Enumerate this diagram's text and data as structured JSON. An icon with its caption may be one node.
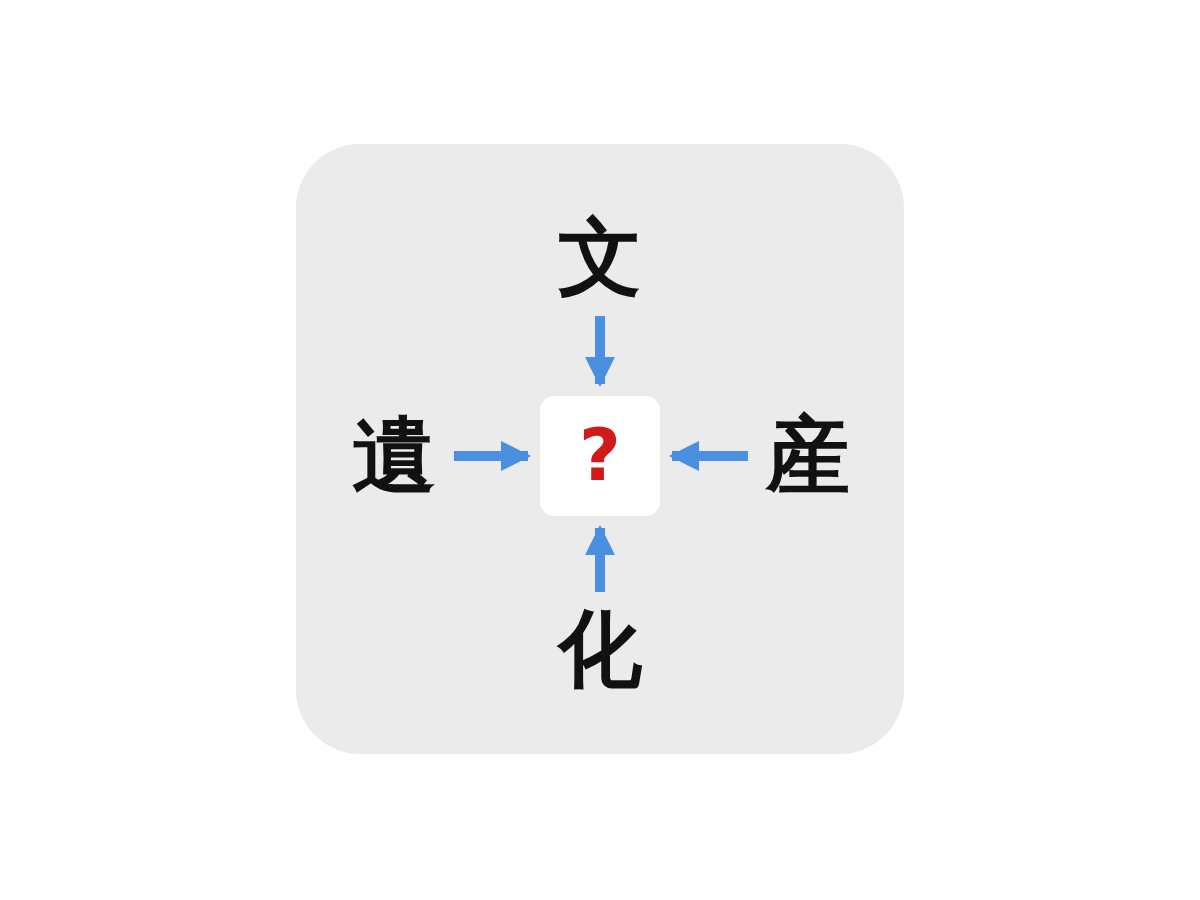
{
  "diagram": {
    "nodes": [
      {
        "text": [
          "文"
        ]
      },
      {
        "text": [
          "遺"
        ]
      },
      {
        "text": [
          "?"
        ]
      },
      {
        "text": [
          "産"
        ]
      },
      {
        "text": [
          "化"
        ]
      }
    ],
    "edges": [
      {
        "from": 0,
        "to": 2,
        "arrow": "to"
      },
      {
        "from": 1,
        "to": 2,
        "arrow": "to"
      },
      {
        "from": 3,
        "to": 2,
        "arrow": "to"
      },
      {
        "from": 4,
        "to": 2,
        "arrow": "to"
      }
    ]
  }
}
